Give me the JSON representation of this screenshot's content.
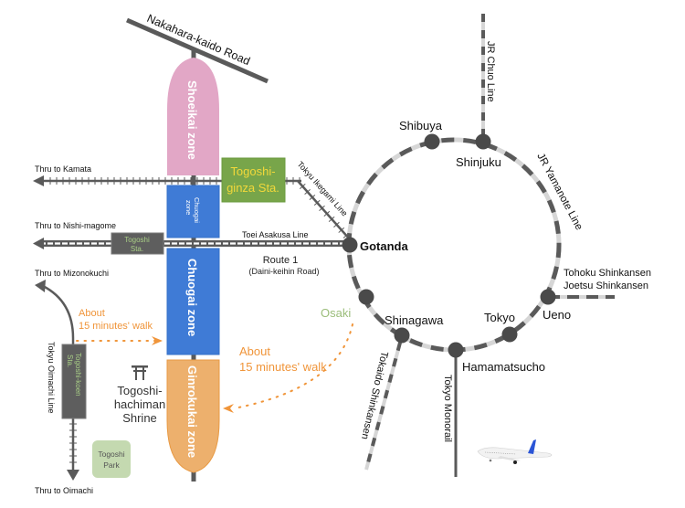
{
  "roads": {
    "nakahara": "Nakahara-kaido Road",
    "route1": "Route 1",
    "route1_sub": "(Daini-keihin Road)"
  },
  "zones": {
    "shoeikai": "Shoeikai zone",
    "chuogai_small_1": "Chuogai",
    "chuogai_small_2": "zone",
    "chuogai": "Chuogai zone",
    "ginrokukai": "Ginrokukai zone"
  },
  "stations_local": {
    "togoshiginza_1": "Togoshi-",
    "togoshiginza_2": "ginza Sta.",
    "togoshi_1": "Togoshi",
    "togoshi_2": "Sta.",
    "togoshikoen_1": "Togoshi-koen",
    "togoshikoen_2": "Sta."
  },
  "lines": {
    "ikegami": "Tokyu Ikegami Line",
    "asakusa": "Toei Asakusa Line",
    "oimachi": "Tokyu Oimachi Line",
    "chuo": "JR Chuo Line",
    "yamanote": "JR Yamanote Line",
    "tohoku": "Tohoku Shinkansen",
    "joetsu": "Joetsu Shinkansen",
    "tokaido": "Tokaido Shinkansen",
    "monorail": "Tokyo Monorail"
  },
  "thru": {
    "kamata": "Thru to Kamata",
    "nishimagome": "Thru to Nishi-magome",
    "mizonokuchi": "Thru to Mizonokuchi",
    "oimachi": "Thru to Oimachi"
  },
  "walks": {
    "about": "About",
    "minutes": "15 minutes' walk"
  },
  "landmarks": {
    "shrine_icon": "⛩",
    "shrine_1": "Togoshi-",
    "shrine_2": "hachiman",
    "shrine_3": "Shrine",
    "park_1": "Togoshi",
    "park_2": "Park"
  },
  "jr_stations": {
    "shibuya": "Shibuya",
    "shinjuku": "Shinjuku",
    "gotanda": "Gotanda",
    "osaki": "Osaki",
    "shinagawa": "Shinagawa",
    "hamamatsucho": "Hamamatsucho",
    "tokyo": "Tokyo",
    "ueno": "Ueno"
  },
  "colors": {
    "shoeikai": "#e2a7c6",
    "chuogai": "#3f7bd6",
    "ginrokukai": "#edb06d",
    "ginza_station": "#78a54a",
    "ginza_station_text": "#f2d83a",
    "dark_station": "#5e5e5e",
    "station_text_green": "#a9cf86",
    "walk_orange": "#f0953a",
    "osaki_green": "#9bbd7a",
    "park": "#c4d9b0",
    "track": "#5a5a5a",
    "track_light": "#d6d6d6"
  }
}
